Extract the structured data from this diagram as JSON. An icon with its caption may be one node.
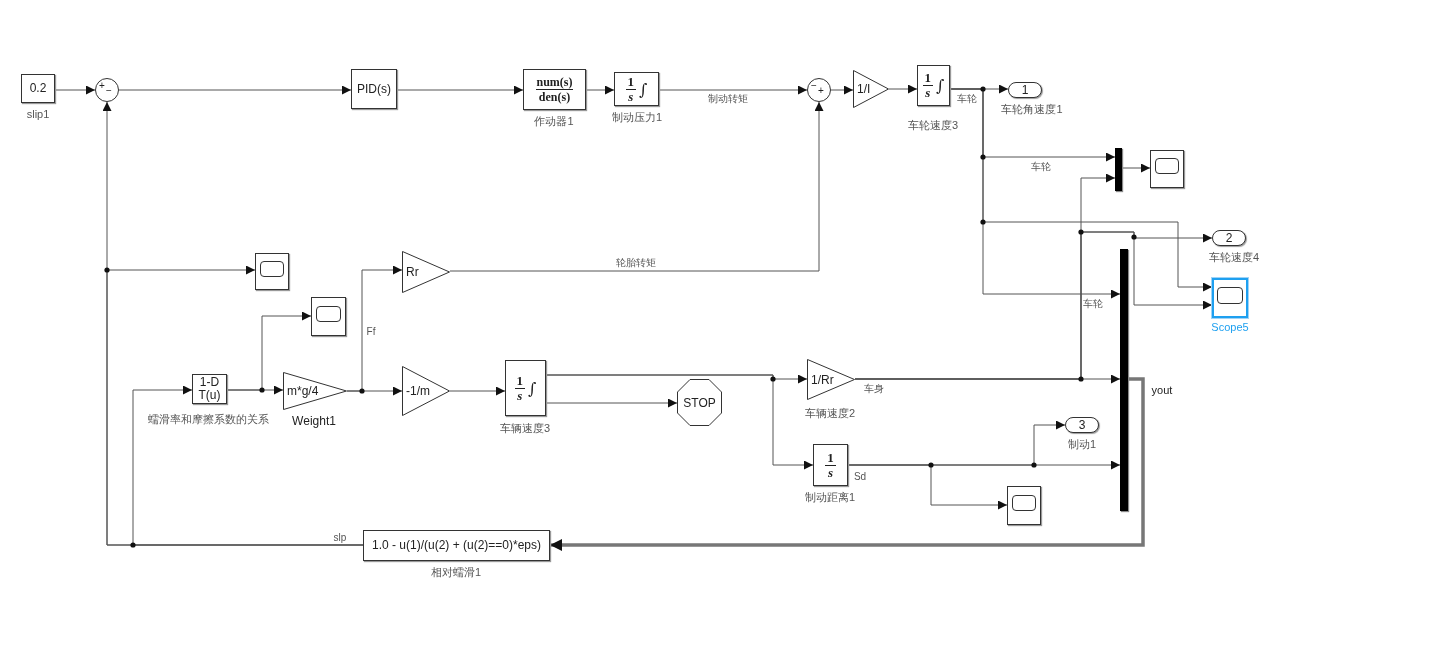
{
  "diagram": {
    "nodes": [
      {
        "text": [
          "0.2"
        ],
        "beside": [
          "slip1"
        ]
      },
      {
        "text": [
          "+",
          "−"
        ]
      },
      {
        "text": [
          "PID(s)"
        ]
      },
      {
        "text": [
          "num(s)",
          "den(s)"
        ],
        "beside": [
          "作动器1"
        ]
      },
      {
        "text": [
          "1",
          "s",
          "∫"
        ],
        "beside": [
          "制动压力1"
        ]
      },
      {
        "text": [
          "−",
          "+"
        ]
      },
      {
        "text": [
          "1/I"
        ]
      },
      {
        "text": [
          "1",
          "s",
          "∫"
        ],
        "beside": [
          "车轮速度3"
        ]
      },
      {
        "text": [
          "1"
        ],
        "beside": [
          "车轮角速度1"
        ]
      },
      {
        "text": [],
        "shape": "bar"
      },
      {
        "text": [],
        "shape": "box"
      },
      {
        "text": [
          "2"
        ],
        "beside": [
          "车轮速度4"
        ]
      },
      {
        "text": [],
        "shape": "box",
        "beside": [
          "Scope5"
        ]
      },
      {
        "text": [],
        "shape": "bar",
        "beside": [
          "yout"
        ]
      },
      {
        "text": [],
        "shape": "box"
      },
      {
        "text": [],
        "shape": "box"
      },
      {
        "text": [
          "Rr"
        ]
      },
      {
        "text": [
          "1-D T(u)"
        ],
        "beside": [
          "蠕滑率和摩擦系数的关系"
        ]
      },
      {
        "text": [
          "m*g/4"
        ],
        "beside": [
          "Weight1"
        ]
      },
      {
        "text": [
          "-1/m"
        ]
      },
      {
        "text": [
          "1",
          "s",
          "∫"
        ],
        "beside": [
          "车辆速度3"
        ]
      },
      {
        "text": [
          "STOP"
        ]
      },
      {
        "text": [
          "1/Rr"
        ],
        "beside": [
          "车辆速度2"
        ]
      },
      {
        "text": [
          "1",
          "s"
        ],
        "beside": [
          "制动距离1"
        ]
      },
      {
        "text": [
          "3"
        ],
        "beside": [
          "制动1"
        ]
      },
      {
        "text": [],
        "shape": "box"
      },
      {
        "text": [
          "1.0 - u(1)/(u(2) + (u(2)==0)*eps)"
        ],
        "beside": [
          "相对蠕滑1"
        ]
      }
    ],
    "edges": [
      {
        "from": 0,
        "to": 1,
        "arrow": "to"
      },
      {
        "from": 1,
        "to": 2,
        "arrow": "to"
      },
      {
        "from": 2,
        "to": 3,
        "arrow": "to"
      },
      {
        "from": 3,
        "to": 4,
        "arrow": "to"
      },
      {
        "from": 4,
        "to": 5,
        "arrow": "to",
        "label": "制动转矩"
      },
      {
        "from": 5,
        "to": 6,
        "arrow": "to"
      },
      {
        "from": 6,
        "to": 7,
        "arrow": "to"
      },
      {
        "from": 7,
        "to": 8,
        "arrow": "to",
        "label": "车轮"
      },
      {
        "from": 7,
        "to": 9,
        "arrow": "to",
        "label": "车轮"
      },
      {
        "from": 7,
        "to": 12,
        "arrow": "to"
      },
      {
        "from": 7,
        "to": 13,
        "arrow": "to"
      },
      {
        "from": 9,
        "to": 10,
        "arrow": "to"
      },
      {
        "from": 26,
        "to": 1,
        "arrow": "to",
        "label": "slp"
      },
      {
        "from": 26,
        "to": 17,
        "arrow": "to"
      },
      {
        "from": 26,
        "to": 14,
        "arrow": "to"
      },
      {
        "from": 17,
        "to": 18,
        "arrow": "to"
      },
      {
        "from": 17,
        "to": 15,
        "arrow": "to"
      },
      {
        "from": 18,
        "to": 19,
        "arrow": "to"
      },
      {
        "from": 18,
        "to": 16,
        "arrow": "to",
        "label": "Ff"
      },
      {
        "from": 16,
        "to": 5,
        "arrow": "to",
        "label": "轮胎转矩"
      },
      {
        "from": 19,
        "to": 20,
        "arrow": "to"
      },
      {
        "from": 20,
        "to": 22,
        "arrow": "to"
      },
      {
        "from": 20,
        "to": 23,
        "arrow": "to"
      },
      {
        "from": 20,
        "to": 21,
        "arrow": "to"
      },
      {
        "from": 22,
        "to": 13,
        "arrow": "to",
        "label": "车身"
      },
      {
        "from": 22,
        "to": 9,
        "arrow": "to",
        "label": "车轮"
      },
      {
        "from": 22,
        "to": 11,
        "arrow": "to"
      },
      {
        "from": 22,
        "to": 12,
        "arrow": "to"
      },
      {
        "from": 23,
        "to": 13,
        "arrow": "to",
        "label": "Sd"
      },
      {
        "from": 23,
        "to": 25,
        "arrow": "to"
      },
      {
        "from": 23,
        "to": 24,
        "arrow": "to"
      },
      {
        "from": 13,
        "to": 26,
        "arrow": "to",
        "style": "thick"
      }
    ]
  }
}
